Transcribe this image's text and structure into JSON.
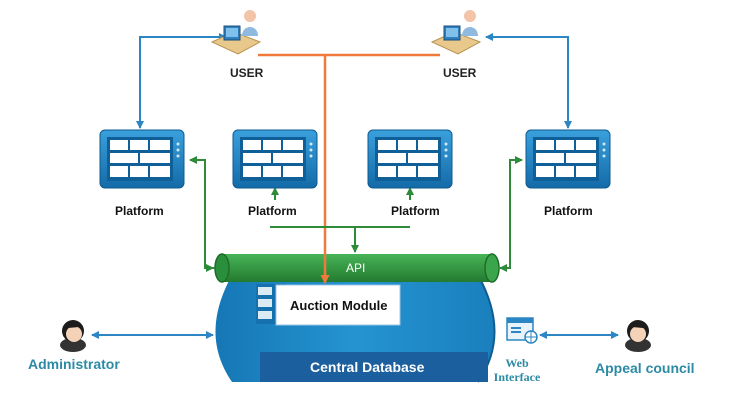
{
  "users": {
    "left_label": "USER",
    "right_label": "USER"
  },
  "platforms": [
    "Platform",
    "Platform",
    "Platform",
    "Platform"
  ],
  "api": {
    "label": "API"
  },
  "auction_module": {
    "label": "Auction Module"
  },
  "central_database": {
    "label": "Central Database"
  },
  "administrator": {
    "label": "Administrator"
  },
  "web_interface": {
    "line1": "Web",
    "line2": "Interface"
  },
  "appeal_council": {
    "label": "Appeal council"
  },
  "colors": {
    "blue_connector": "#2c86c3",
    "orange_connector": "#f07a3c",
    "green_connector": "#2e8b3a",
    "api_pipe": "#2f9a42",
    "database": "#1d87c5",
    "accent_text": "#2d8aa5"
  },
  "icons": [
    "user-at-computer-icon",
    "platform-tablet-icon",
    "person-head-icon",
    "web-browser-icon"
  ]
}
